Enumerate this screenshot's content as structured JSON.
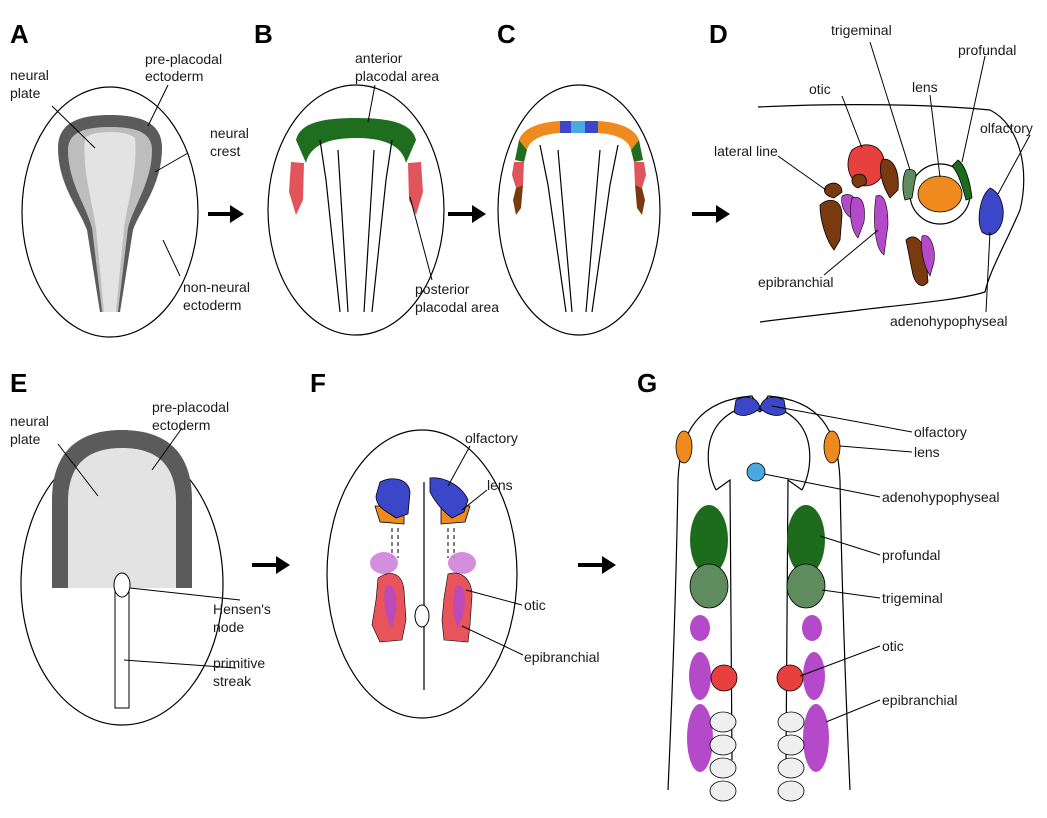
{
  "panels": {
    "a": "A",
    "b": "B",
    "c": "C",
    "d": "D",
    "e": "E",
    "f": "F",
    "g": "G"
  },
  "labels": {
    "a": {
      "neural_plate_1": "neural",
      "neural_plate_2": "plate",
      "preplacodal_1": "pre-placodal",
      "preplacodal_2": "ectoderm",
      "neural_crest_1": "neural",
      "neural_crest_2": "crest",
      "non_neural_1": "non-neural",
      "non_neural_2": "ectoderm"
    },
    "b": {
      "anterior_1": "anterior",
      "anterior_2": "placodal area",
      "posterior_1": "posterior",
      "posterior_2": "placodal area"
    },
    "d": {
      "otic": "otic",
      "trigeminal": "trigeminal",
      "lens": "lens",
      "profundal": "profundal",
      "olfactory": "olfactory",
      "lateral_line": "lateral line",
      "epibranchial": "epibranchial",
      "adenohypophyseal": "adenohypophyseal"
    },
    "e": {
      "neural_plate_1": "neural",
      "neural_plate_2": "plate",
      "preplacodal_1": "pre-placodal",
      "preplacodal_2": "ectoderm",
      "hensens_1": "Hensen's",
      "hensens_2": "node",
      "streak_1": "primitive",
      "streak_2": "streak"
    },
    "f": {
      "olfactory": "olfactory",
      "lens": "lens",
      "otic": "otic",
      "epibranchial": "epibranchial"
    },
    "g": {
      "olfactory": "olfactory",
      "lens": "lens",
      "adenohypophyseal": "adenohypophyseal",
      "profundal": "profundal",
      "trigeminal": "trigeminal",
      "otic": "otic",
      "epibranchial": "epibranchial"
    }
  },
  "colors": {
    "neural_plate": "#e3e3e3",
    "neural_crest": "#bdbdbd",
    "preplacodal": "#5b5b5b",
    "anterior": "#1f6e1f",
    "posterior": "#e0545c",
    "otic": "#e8403f",
    "lens": "#ef8a1e",
    "olfactory": "#3b46c8",
    "adenohypophyseal": "#4aa9e0",
    "profundal": "#1d6b1d",
    "trigeminal": "#5e8c5e",
    "epibranchial": "#b449c9",
    "lateral_line": "#7a3a10",
    "somite": "#efefef"
  }
}
